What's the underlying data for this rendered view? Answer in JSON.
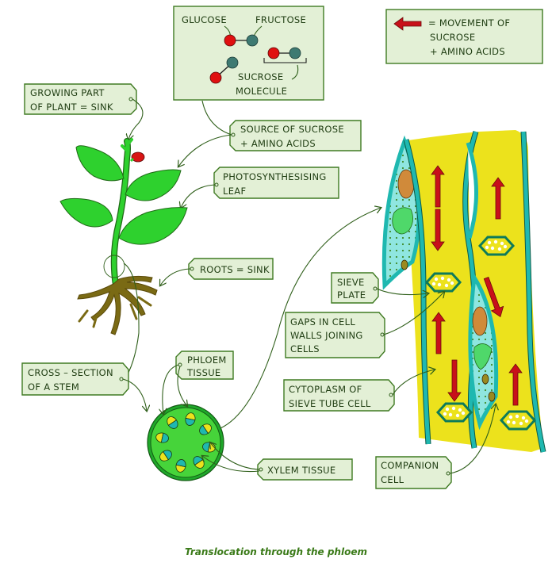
{
  "title": "Translocation through the phloem",
  "colors": {
    "label_box_fill": "#e3f0d6",
    "label_box_stroke": "#3f7a22",
    "leaf_green": "#2ed12e",
    "root_brown": "#7a6a14",
    "sieve_yellow": "#ece21c",
    "wall_teal": "#1fb8b0",
    "arrow_red": "#c8101a",
    "glucose_red": "#e01010",
    "fructose_teal": "#3e7a72"
  },
  "labels": {
    "glucose": "GLUCOSE",
    "fructose": "FRUCTOSE",
    "sucrose_molecule": [
      "SUCROSE",
      "MOLECULE"
    ],
    "legend": [
      "= MOVEMENT  OF",
      "SUCROSE",
      "+ AMINO  ACIDS"
    ],
    "growing_part": [
      "GROWING  PART",
      "OF  PLANT = SINK"
    ],
    "source": [
      "SOURCE  OF  SUCROSE",
      "+ AMINO  ACIDS"
    ],
    "photosynthesising": [
      "PHOTOSYNTHESISING",
      "LEAF"
    ],
    "roots": "ROOTS = SINK",
    "sieve_plate": [
      "SIEVE",
      "PLATE"
    ],
    "gaps": [
      "GAPS  IN  CELL",
      "WALLS  JOINING",
      "CELLS"
    ],
    "cross_section": [
      "CROSS – SECTION",
      "OF  A  STEM"
    ],
    "phloem_tissue": [
      "PHLOEM",
      "TISSUE"
    ],
    "cytoplasm": [
      "CYTOPLASM  OF",
      "SIEVE  TUBE  CELL"
    ],
    "xylem_tissue": "XYLEM  TISSUE",
    "companion_cell": [
      "COMPANION",
      "CELL"
    ]
  },
  "legend_icon": "red-arrow-left-icon",
  "flow_arrows": [
    {
      "direction": "up"
    },
    {
      "direction": "down"
    },
    {
      "direction": "up"
    },
    {
      "direction": "down"
    },
    {
      "direction": "up"
    },
    {
      "direction": "down"
    },
    {
      "direction": "up"
    }
  ]
}
